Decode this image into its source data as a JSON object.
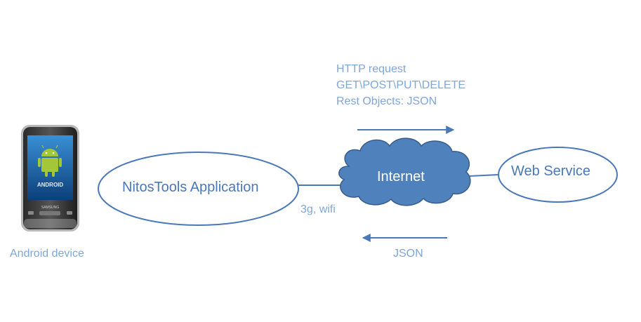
{
  "device": {
    "caption": "Android device",
    "brand": "SAMSUNG",
    "os_logo": "ANDROID",
    "icon": "android-phone-icon"
  },
  "app_node": {
    "label": "NitosTools Application"
  },
  "connection": {
    "label": "3g, wifi"
  },
  "internet_node": {
    "label": "Internet"
  },
  "service_node": {
    "label": "Web Service"
  },
  "request": {
    "line1": "HTTP request",
    "line2": "GET\\POST\\PUT\\DELETE",
    "line3": "Rest Objects: JSON"
  },
  "response": {
    "label": "JSON"
  },
  "colors": {
    "text": "#7fa6d8",
    "node_text": "#4a78b8",
    "stroke": "#4a78b8",
    "cloud_fill": "#4f81bd",
    "cloud_stroke": "#385d8a"
  }
}
